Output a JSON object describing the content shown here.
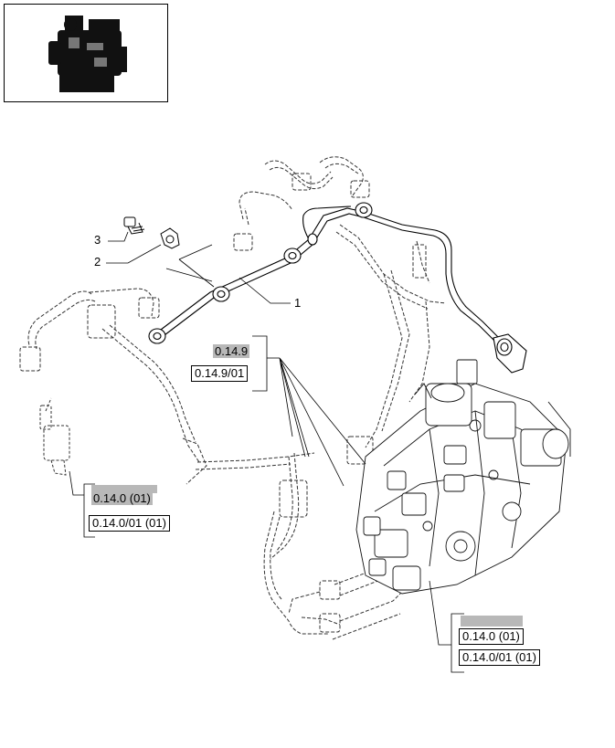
{
  "callouts": {
    "c1": "1",
    "c2": "2",
    "c3": "3"
  },
  "refs": {
    "r1a": "0.14.9",
    "r1b": "0.14.9/01",
    "r2a": "0.14.0 (01)",
    "r2b": "0.14.0/01 (01)",
    "r3a": "0.14.0 (01)",
    "r3b": "0.14.0/01 (01)"
  }
}
